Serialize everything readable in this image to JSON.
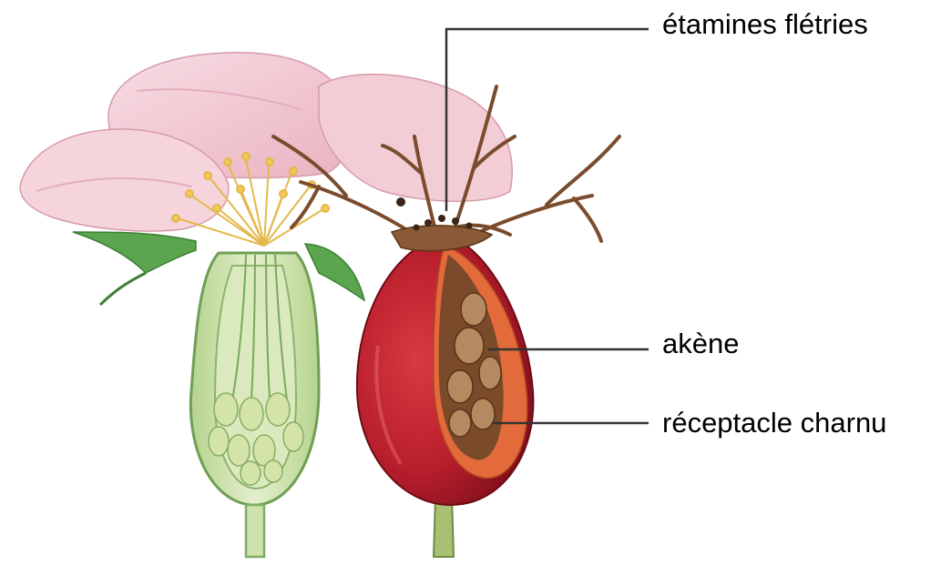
{
  "labels": {
    "etamines": "étamines flétries",
    "akene": "akène",
    "receptacle": "réceptacle charnu"
  },
  "colors": {
    "petal": "#f3cdd6",
    "petal_shadow": "#dba3b2",
    "stamen": "#f2c85a",
    "sepal": "#4f9a48",
    "flower_receptacle": "#cfe2ad",
    "flower_receptacle_wall": "#7fae60",
    "ovule": "#d9e6b4",
    "hip_skin": "#b81e2c",
    "hip_flesh": "#e36a3a",
    "hip_core": "#7a4a2a",
    "withered_sepal": "#8a5a38",
    "stem": "#9bb36c",
    "leader_line": "#333333"
  },
  "icons": [
    "rose-flower-section-illustration",
    "rose-hip-section-illustration"
  ]
}
